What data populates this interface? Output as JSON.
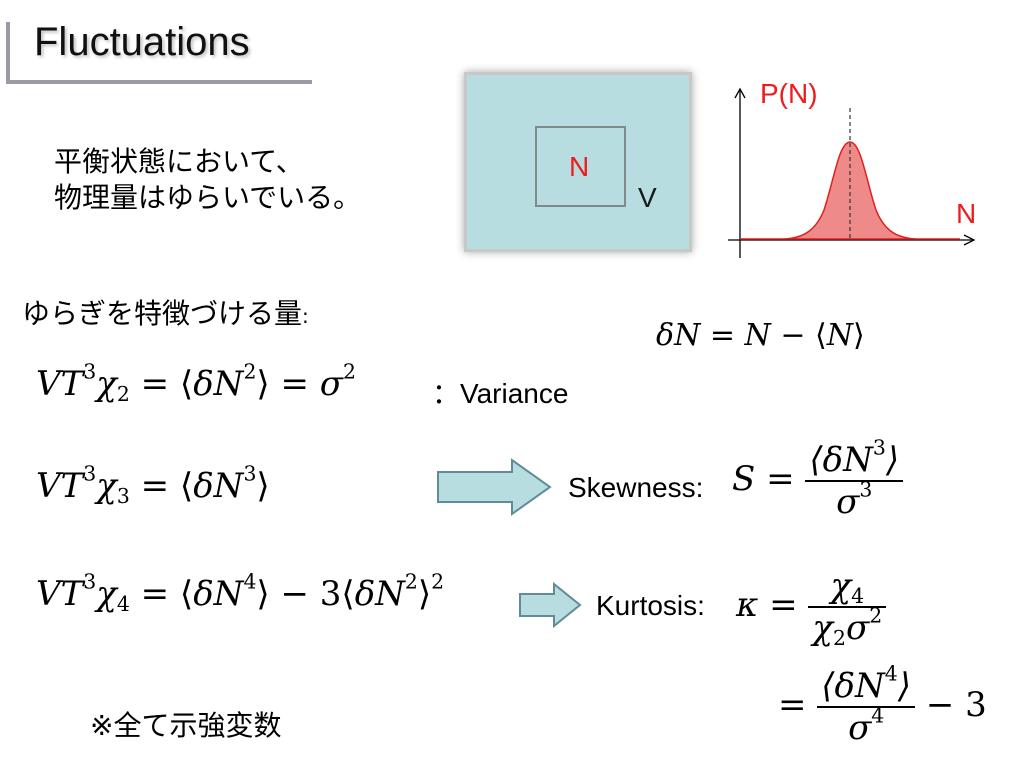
{
  "slide": {
    "title": "Fluctuations",
    "intro_line1": "平衡状態において、",
    "intro_line2": "物理量はゆらいでいる。",
    "box_inner_label": "N",
    "box_outer_label": "V",
    "dist_y_label": "P(N)",
    "dist_x_label": "N",
    "section_label": "ゆらぎを特徴づける量",
    "section_colon": ":",
    "variance_label": "：Variance",
    "skewness_label": "Skewness:",
    "kurtosis_label": "Kurtosis:",
    "note": "※全て示強変数"
  },
  "formulas": {
    "deltaN": "δN = N − ⟨N⟩",
    "chi2": "VT³χ₂ = ⟨δN²⟩ = σ²",
    "chi3": "VT³χ₃ = ⟨δN³⟩",
    "chi4": "VT³χ₄ = ⟨δN⁴⟩ − 3⟨δN²⟩²",
    "skewness": "S = ⟨δN³⟩ / σ³",
    "kurtosis": "κ = χ₄ / (χ₂σ²) = ⟨δN⁴⟩ / σ⁴ − 3"
  },
  "colors": {
    "accent_red": "#ee1c1c",
    "box_fill": "#b7dde0",
    "arrow_fill": "#b7dde0",
    "arrow_stroke": "#5f8c97",
    "curve_fill": "#ee8a8a",
    "title_bar": "#9a9ba5"
  }
}
